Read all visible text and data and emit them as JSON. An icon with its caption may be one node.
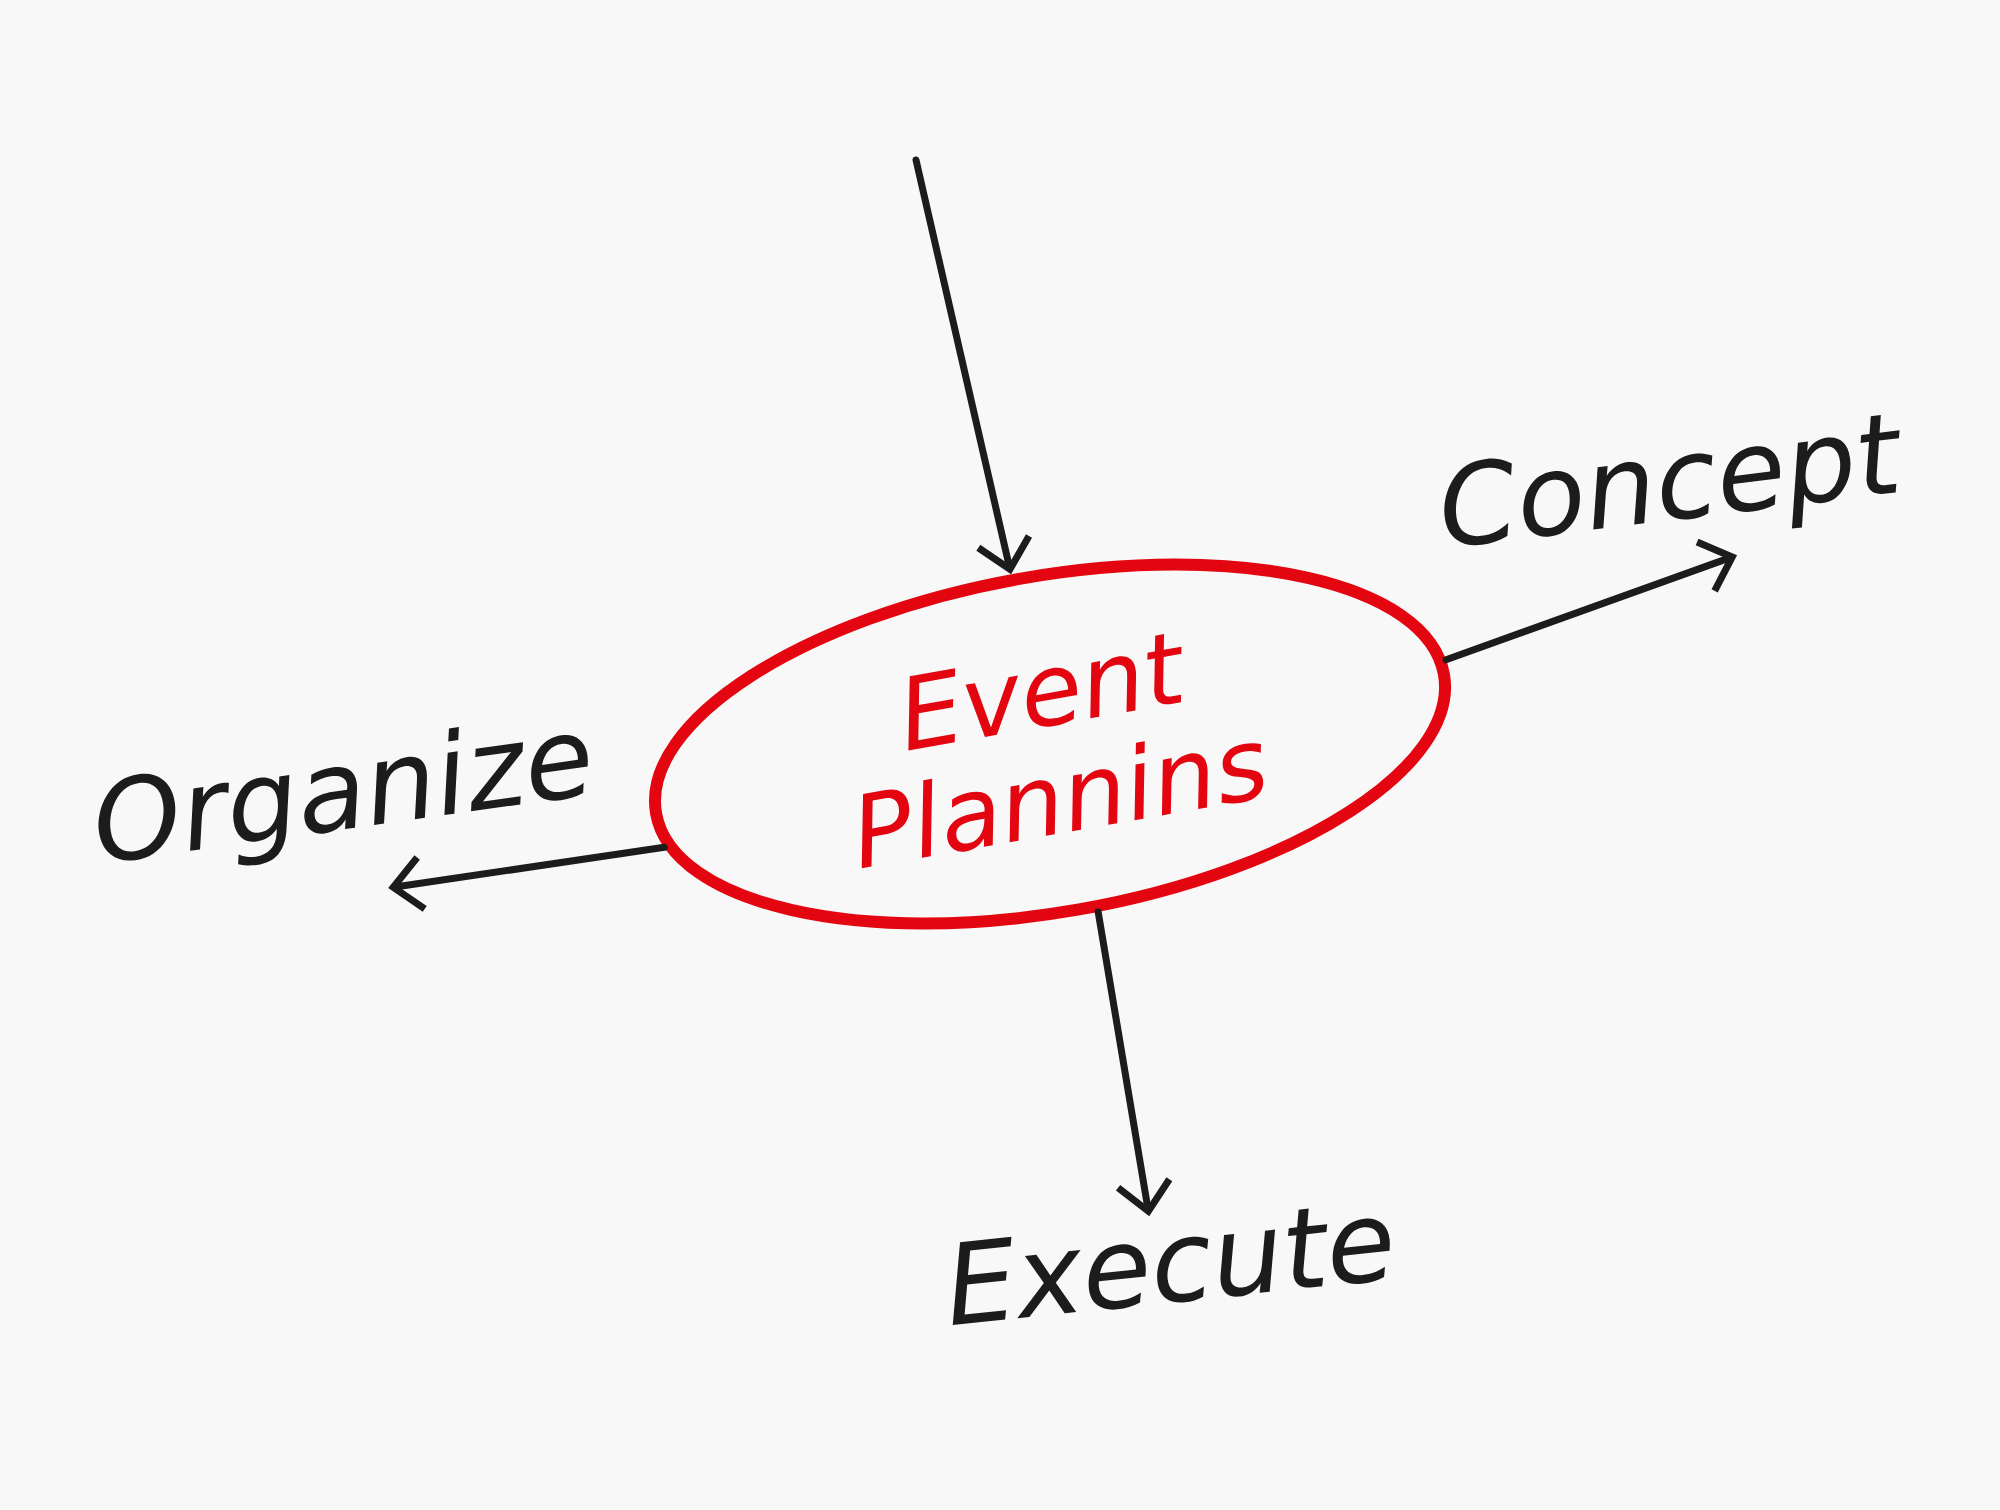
{
  "diagram": {
    "nodes": [
      {
        "text": [
          "Event Plannins"
        ]
      },
      {
        "text": [
          "Concept"
        ]
      },
      {
        "text": [
          "Organize"
        ]
      },
      {
        "text": [
          "Execute"
        ]
      }
    ],
    "edges": [
      {
        "from": null,
        "to": 0,
        "arrow": "to"
      },
      {
        "from": 0,
        "to": 1,
        "arrow": "to"
      },
      {
        "from": 0,
        "to": 2,
        "arrow": "to"
      },
      {
        "from": 0,
        "to": 3,
        "arrow": "to"
      }
    ]
  }
}
